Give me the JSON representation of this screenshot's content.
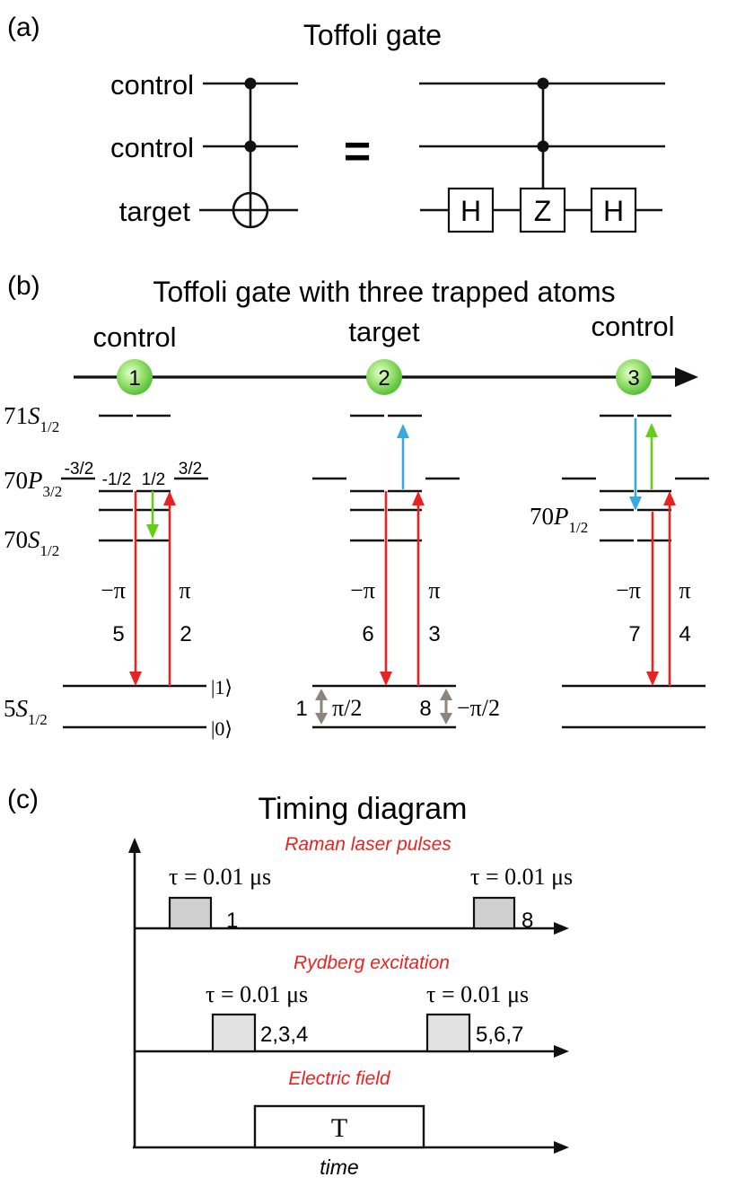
{
  "panel_a": {
    "label": "(a)",
    "title": "Toffoli gate",
    "wire_labels": [
      "control",
      "control",
      "target"
    ],
    "equals": "=",
    "gates": [
      "H",
      "Z",
      "H"
    ]
  },
  "panel_b": {
    "label": "(b)",
    "title": "Toffoli gate with three trapped atoms",
    "atoms": [
      {
        "number": "1",
        "role": "control"
      },
      {
        "number": "2",
        "role": "target"
      },
      {
        "number": "3",
        "role": "control"
      }
    ],
    "levels": {
      "s71_n": "71",
      "s71_sub": "1/2",
      "p70_n": "70",
      "p70_sub": "3/2",
      "s70_n": "70",
      "s70_sub": "1/2",
      "g5_n": "5",
      "g5_sub": "1/2",
      "p70half_n": "70",
      "p70half_sub": "1/2",
      "S": "S",
      "P": "P"
    },
    "mj": [
      "-3/2",
      "-1/2",
      "1/2",
      "3/2"
    ],
    "kets": [
      "|1⟩",
      "|0⟩"
    ],
    "phases": {
      "minus_pi": "−π",
      "pi": "π"
    },
    "pulse_numbers": {
      "a1_down": "5",
      "a1_up": "2",
      "a2_down": "6",
      "a2_up": "3",
      "a3_down": "7",
      "a3_up": "4"
    },
    "raman": [
      {
        "num": "1",
        "phase": "π/2"
      },
      {
        "num": "8",
        "phase": "−π/2"
      }
    ],
    "colors": {
      "red": "#e8231f",
      "blue": "#3aa8e0",
      "green": "#66cc1a",
      "grey": "#8c857b"
    }
  },
  "panel_c": {
    "label": "(c)",
    "title": "Timing diagram",
    "rows": [
      {
        "title": "Raman laser pulses",
        "tau_left": "τ = 0.01 μs",
        "tau_right": "τ = 0.01 μs",
        "pulse_left": "1",
        "pulse_right": "8"
      },
      {
        "title": "Rydberg excitation",
        "tau_left": "τ = 0.01 μs",
        "tau_right": "τ = 0.01 μs",
        "pulse_left": "2,3,4",
        "pulse_right": "5,6,7"
      },
      {
        "title": "Electric field",
        "box_label": "T"
      }
    ],
    "x_label": "time",
    "colors": {
      "row_title": "#e8231f",
      "pulse_dark": "#cfcfcf",
      "pulse_light": "#e2e2e2"
    }
  }
}
